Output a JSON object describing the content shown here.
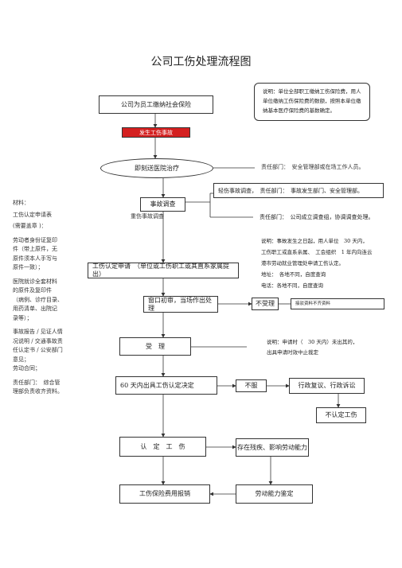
{
  "title": "公司工伤处理流程图",
  "nodes": {
    "insurance": "公司为员工缴纳社会保险",
    "red": "发生工伤事故",
    "hospital": "即刻送医院治疗",
    "investigation": "事故调查",
    "application": "工伤认定申请　（单位或工伤职工或其直系家属提出）",
    "receive": "窗口初审，当场作出处理",
    "reject": "不受理",
    "accept": "受　理",
    "decision": "60 天内出具工伤认定决定",
    "dispute": "不服",
    "review": "行政复议、行政诉讼",
    "notcognized": "不认定工伤",
    "recognized": "认　定　工　伤",
    "disability": "存在残疾、影响劳动能力",
    "reimburse": "工伤保险费用报销",
    "assessment": "劳动能力鉴定"
  },
  "notes": {
    "insurance_note": [
      "说明：单位全部职工缴纳工伤保险费，用人",
      "单位缴纳工伤保险费的数额，按照本单位缴",
      "纳基本医疗保险费的基数确定。"
    ],
    "hospital_note": "责任部门：　安全管理部或在场工作人员。",
    "minor_note": "轻伤事故调查，　责任部门：　事故发生部门、安全管理部。",
    "major_label": "重伤事故调查",
    "major_note": "责任部门：　公司成立调查组，协调调查处理。",
    "apply_note": [
      "说明：事故发生之日起，用人单位　30 天内，",
      "工伤职工或直系亲属、　工会组织　1 年内向连云",
      "港市劳动就业管理处申请工伤认定。",
      "地址：　各地不同，自度查询",
      "电话：各地不同，自度查询"
    ],
    "reject_note": "接驳资料不齐资料",
    "accept_note": [
      "说明：申请时（　30 天内）未出其的，",
      "出具申请时效中止裁定"
    ]
  },
  "sidebar": {
    "lines": [
      "材料：",
      "工伤认定申请表",
      "(需要盖章 )：",
      "劳动者身份证复印",
      "件（带上原件，无",
      "原件须本人手写与",
      "原件一致）；",
      "医院就诊全套材料",
      "的原件及复印件",
      "（病例、诊疗目录、",
      "用药清单、出院记",
      "录等）；",
      "事故报告 / 见证人情",
      "况说明 / 交通事故责",
      "任认定书 / 公安部门",
      "意见；",
      "劳动合同；",
      "责任部门：　综合管",
      "理部负责收齐资料。"
    ]
  }
}
